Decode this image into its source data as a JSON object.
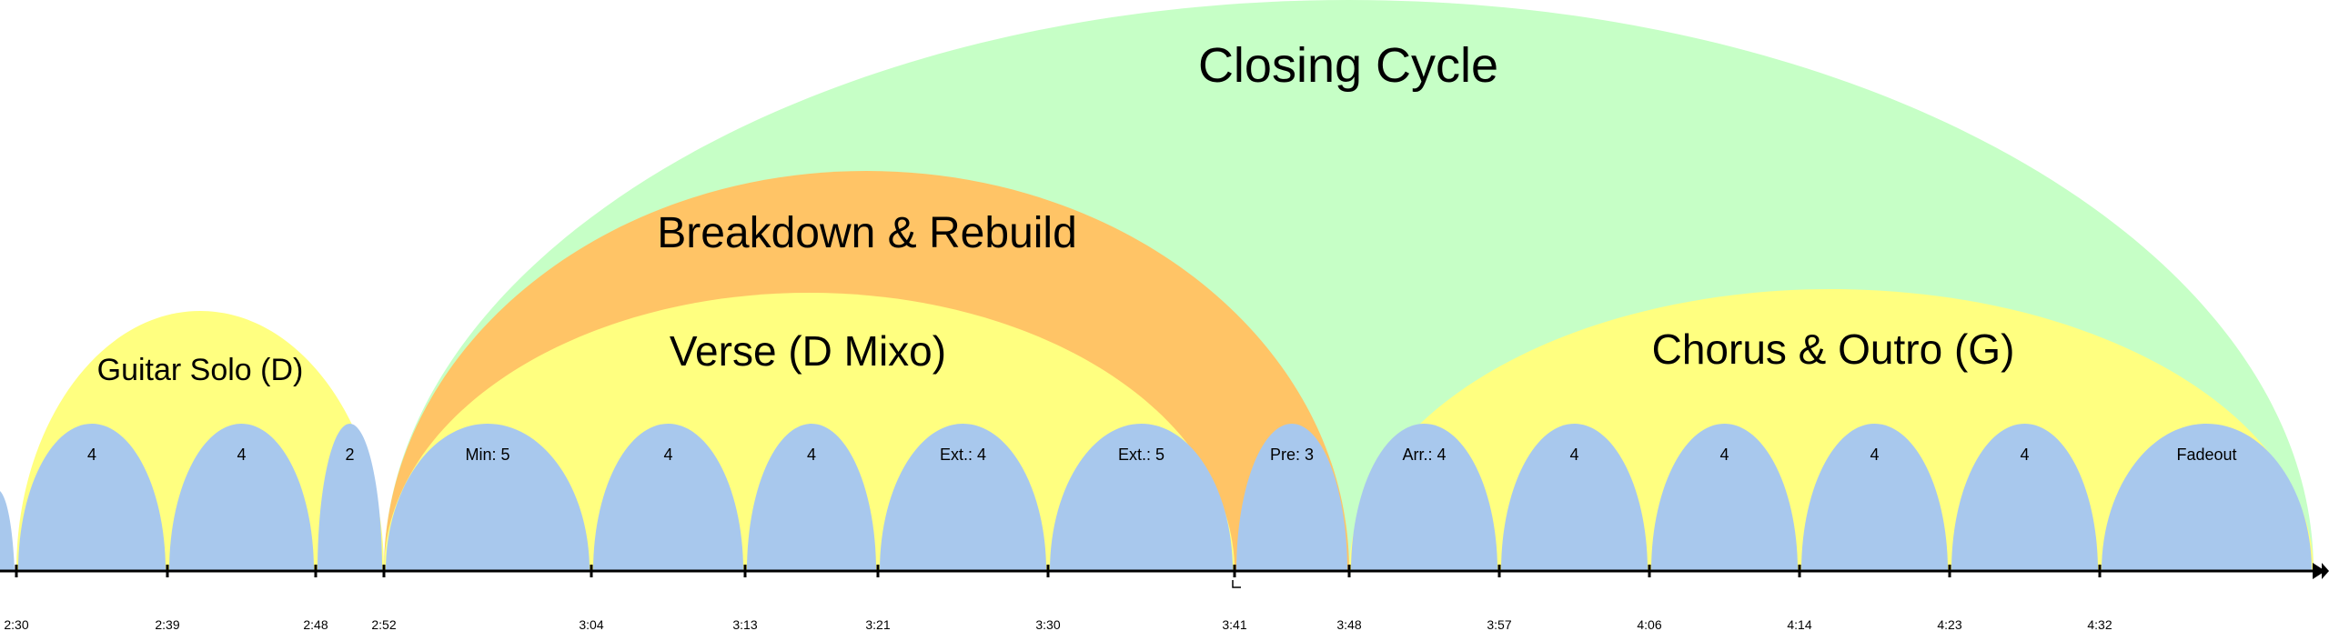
{
  "diagram": {
    "colors": {
      "bar": "#a8c8ed",
      "section": "#ffff80",
      "breakdown": "#ffc466",
      "cycle": "#c6ffc6",
      "axis": "#000000"
    },
    "cycle": {
      "label": "Closing Cycle"
    },
    "breakdown": {
      "label": "Breakdown & Rebuild"
    },
    "sections": [
      {
        "label": "Guitar Solo (D)"
      },
      {
        "label": "Verse (D Mixo)"
      },
      {
        "label": "Chorus & Outro (G)"
      }
    ],
    "bars": [
      {
        "label": "4"
      },
      {
        "label": "4"
      },
      {
        "label": "2"
      },
      {
        "label": "Min: 5"
      },
      {
        "label": "4"
      },
      {
        "label": "4"
      },
      {
        "label": "Ext.: 4"
      },
      {
        "label": "Ext.: 5"
      },
      {
        "label": "Pre: 3"
      },
      {
        "label": "Arr.: 4"
      },
      {
        "label": "4"
      },
      {
        "label": "4"
      },
      {
        "label": "4"
      },
      {
        "label": "4"
      },
      {
        "label": "Fadeout"
      }
    ],
    "times": [
      "2:30",
      "2:39",
      "2:48",
      "2:52",
      "3:04",
      "3:13",
      "3:21",
      "3:30",
      "3:41",
      "3:48",
      "3:57",
      "4:06",
      "4:14",
      "4:23",
      "4:32"
    ]
  }
}
